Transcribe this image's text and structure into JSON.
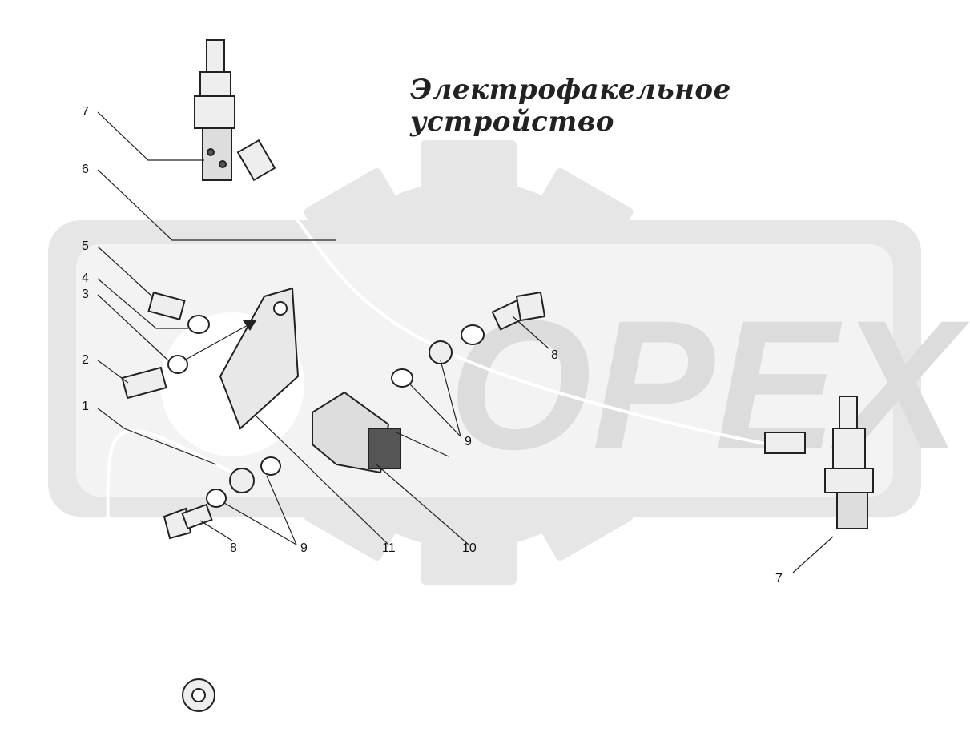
{
  "title": "Электрофакельное устройство",
  "watermark": {
    "text": "OPEX",
    "color": "#e6e6e6"
  },
  "callouts": [
    {
      "id": "c7a",
      "label": "7"
    },
    {
      "id": "c6",
      "label": "6"
    },
    {
      "id": "c5",
      "label": "5"
    },
    {
      "id": "c4",
      "label": "4"
    },
    {
      "id": "c3",
      "label": "3"
    },
    {
      "id": "c2",
      "label": "2"
    },
    {
      "id": "c1",
      "label": "1"
    },
    {
      "id": "c8a",
      "label": "8"
    },
    {
      "id": "c9a",
      "label": "9"
    },
    {
      "id": "c8b",
      "label": "8"
    },
    {
      "id": "c9b",
      "label": "9"
    },
    {
      "id": "c11",
      "label": "11"
    },
    {
      "id": "c10",
      "label": "10"
    },
    {
      "id": "c7b",
      "label": "7"
    }
  ]
}
